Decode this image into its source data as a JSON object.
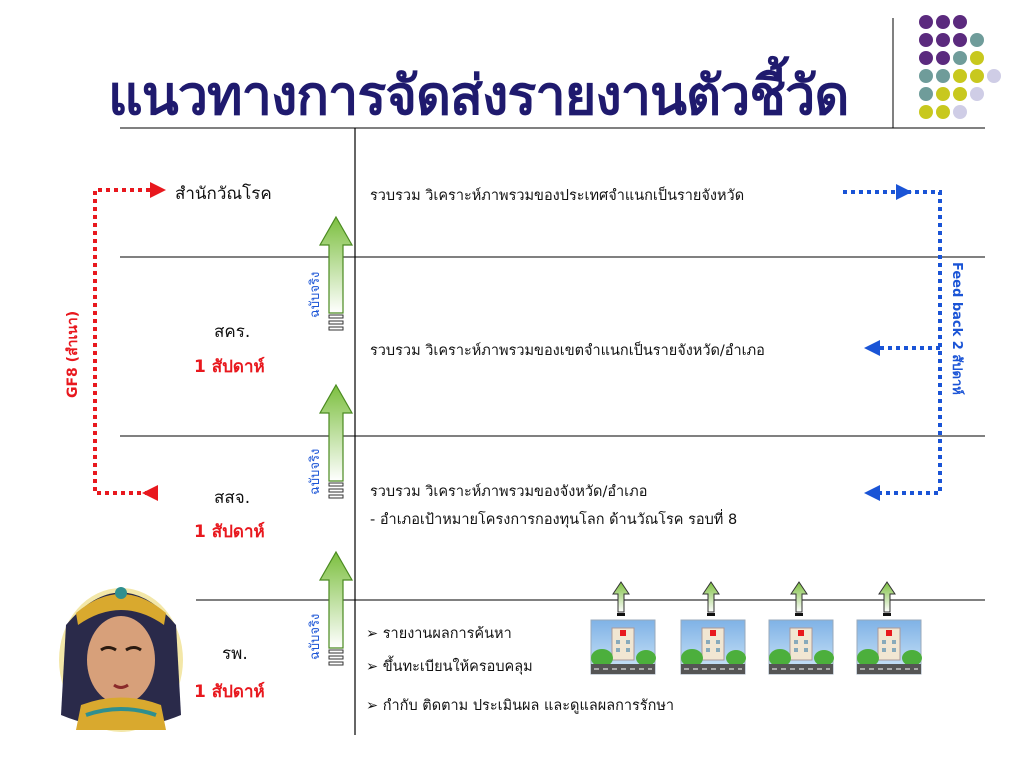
{
  "title": "แนวทางการจัดส่งรายงานตัวชี้วัด",
  "levels": [
    {
      "name": "สำนักวัณโรค",
      "freq": ""
    },
    {
      "name": "สคร.",
      "freq": "1 สัปดาห์"
    },
    {
      "name": "สสจ.",
      "freq": "1 สัปดาห์"
    },
    {
      "name": "รพ.",
      "freq": "1 สัปดาห์"
    }
  ],
  "descriptions": {
    "national": "รวบรวม วิเคราะห์ภาพรวมของประเทศจำแนกเป็นรายจังหวัด",
    "region": "รวบรวม วิเคราะห์ภาพรวมของเขตจำแนกเป็นรายจังหวัด/อำเภอ",
    "province": "รวบรวม วิเคราะห์ภาพรวมของจังหวัด/อำเภอ",
    "province_sub": "- อำเภอเป้าหมายโครงการกองทุนโลก ด้านวัณโรค รอบที่ 8"
  },
  "hospital_tasks": [
    "รายงานผลการค้นหา",
    "ขึ้นทะเบียนให้ครอบคลุม",
    "กำกับ ติดตาม ประเมินผล และดูแลผลการรักษา"
  ],
  "arrow_label": "ฉบับจริง",
  "gf8_label": "GF8 (สำเนา)",
  "feedback_label": "Feed back 2 สัปดาห์",
  "colors": {
    "title": "#1f1a6e",
    "red_accent": "#e8181e",
    "blue_accent": "#1a54d6",
    "arrow_fill": "#7cbf3f",
    "dot_purple": "#5b2a7e",
    "dot_teal": "#6f9c9a",
    "dot_yellow": "#c8c81e",
    "dot_lavender": "#cfcde6"
  }
}
